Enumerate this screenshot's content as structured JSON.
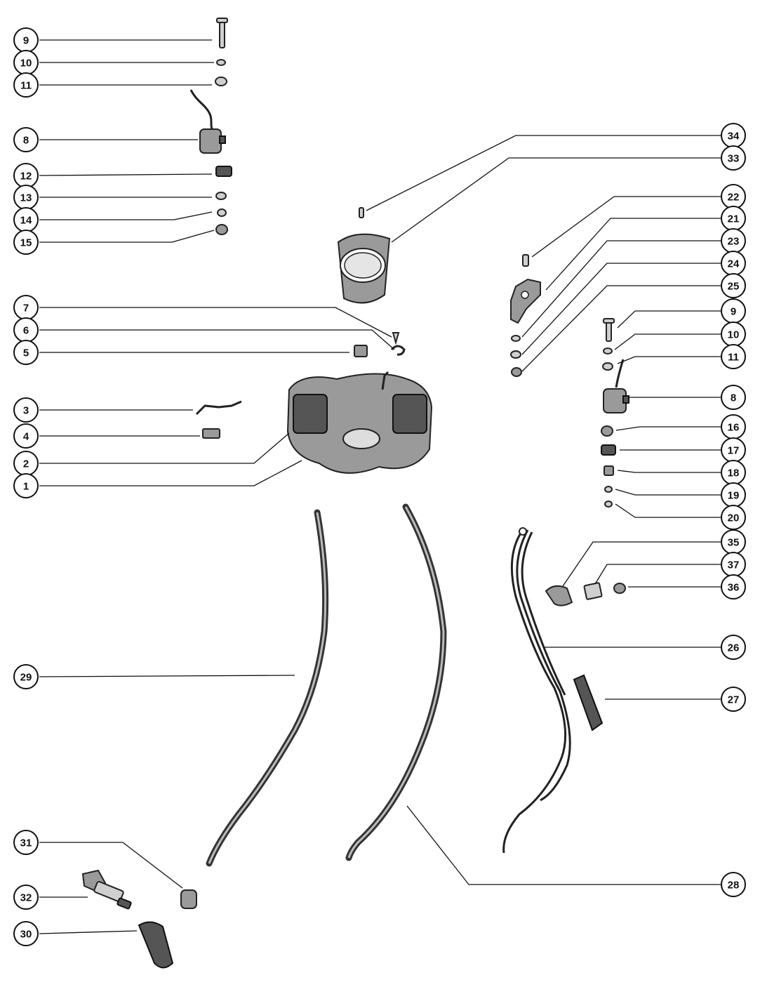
{
  "diagram": {
    "callouts": [
      {
        "id": "c-9a",
        "label": "9"
      },
      {
        "id": "c-10a",
        "label": "10"
      },
      {
        "id": "c-11a",
        "label": "11"
      },
      {
        "id": "c-8a",
        "label": "8"
      },
      {
        "id": "c-12",
        "label": "12"
      },
      {
        "id": "c-13",
        "label": "13"
      },
      {
        "id": "c-14",
        "label": "14"
      },
      {
        "id": "c-15",
        "label": "15"
      },
      {
        "id": "c-7",
        "label": "7"
      },
      {
        "id": "c-6",
        "label": "6"
      },
      {
        "id": "c-5",
        "label": "5"
      },
      {
        "id": "c-3",
        "label": "3"
      },
      {
        "id": "c-4",
        "label": "4"
      },
      {
        "id": "c-2",
        "label": "2"
      },
      {
        "id": "c-1",
        "label": "1"
      },
      {
        "id": "c-29",
        "label": "29"
      },
      {
        "id": "c-31",
        "label": "31"
      },
      {
        "id": "c-32",
        "label": "32"
      },
      {
        "id": "c-30",
        "label": "30"
      },
      {
        "id": "c-34",
        "label": "34"
      },
      {
        "id": "c-33",
        "label": "33"
      },
      {
        "id": "c-22",
        "label": "22"
      },
      {
        "id": "c-21",
        "label": "21"
      },
      {
        "id": "c-23",
        "label": "23"
      },
      {
        "id": "c-24",
        "label": "24"
      },
      {
        "id": "c-25",
        "label": "25"
      },
      {
        "id": "c-9b",
        "label": "9"
      },
      {
        "id": "c-10b",
        "label": "10"
      },
      {
        "id": "c-11b",
        "label": "11"
      },
      {
        "id": "c-8b",
        "label": "8"
      },
      {
        "id": "c-16",
        "label": "16"
      },
      {
        "id": "c-17",
        "label": "17"
      },
      {
        "id": "c-18",
        "label": "18"
      },
      {
        "id": "c-19",
        "label": "19"
      },
      {
        "id": "c-20",
        "label": "20"
      },
      {
        "id": "c-35",
        "label": "35"
      },
      {
        "id": "c-37",
        "label": "37"
      },
      {
        "id": "c-36",
        "label": "36"
      },
      {
        "id": "c-26",
        "label": "26"
      },
      {
        "id": "c-27",
        "label": "27"
      },
      {
        "id": "c-28",
        "label": "28"
      }
    ]
  }
}
